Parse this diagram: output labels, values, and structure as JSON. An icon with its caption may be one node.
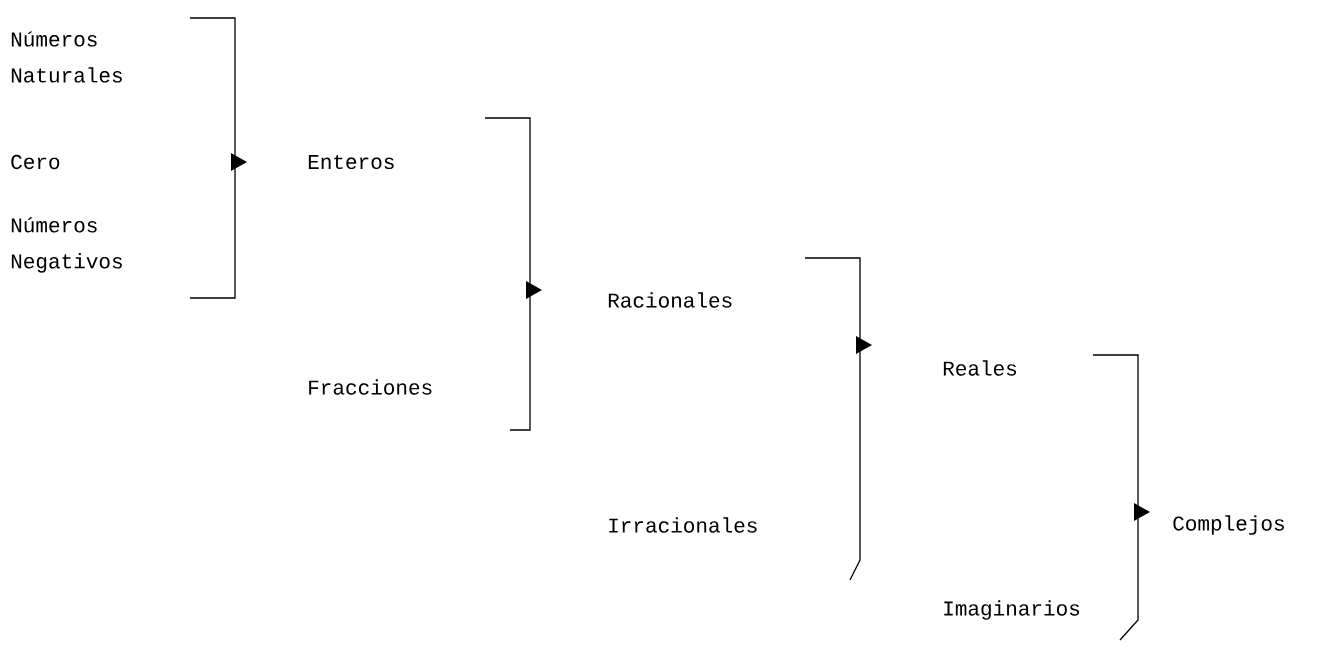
{
  "diagram": {
    "nodes": [
      {
        "text": [
          "Números Naturales"
        ]
      },
      {
        "text": [
          "Cero"
        ]
      },
      {
        "text": [
          "Números Negativos"
        ]
      },
      {
        "text": [
          "Enteros"
        ]
      },
      {
        "text": [
          "Racionales"
        ]
      },
      {
        "text": [
          "Fracciones"
        ]
      },
      {
        "text": [
          "Reales"
        ]
      },
      {
        "text": [
          "Irracionales"
        ]
      },
      {
        "text": [
          "Complejos"
        ]
      },
      {
        "text": [
          "Imaginarios"
        ]
      }
    ]
  }
}
